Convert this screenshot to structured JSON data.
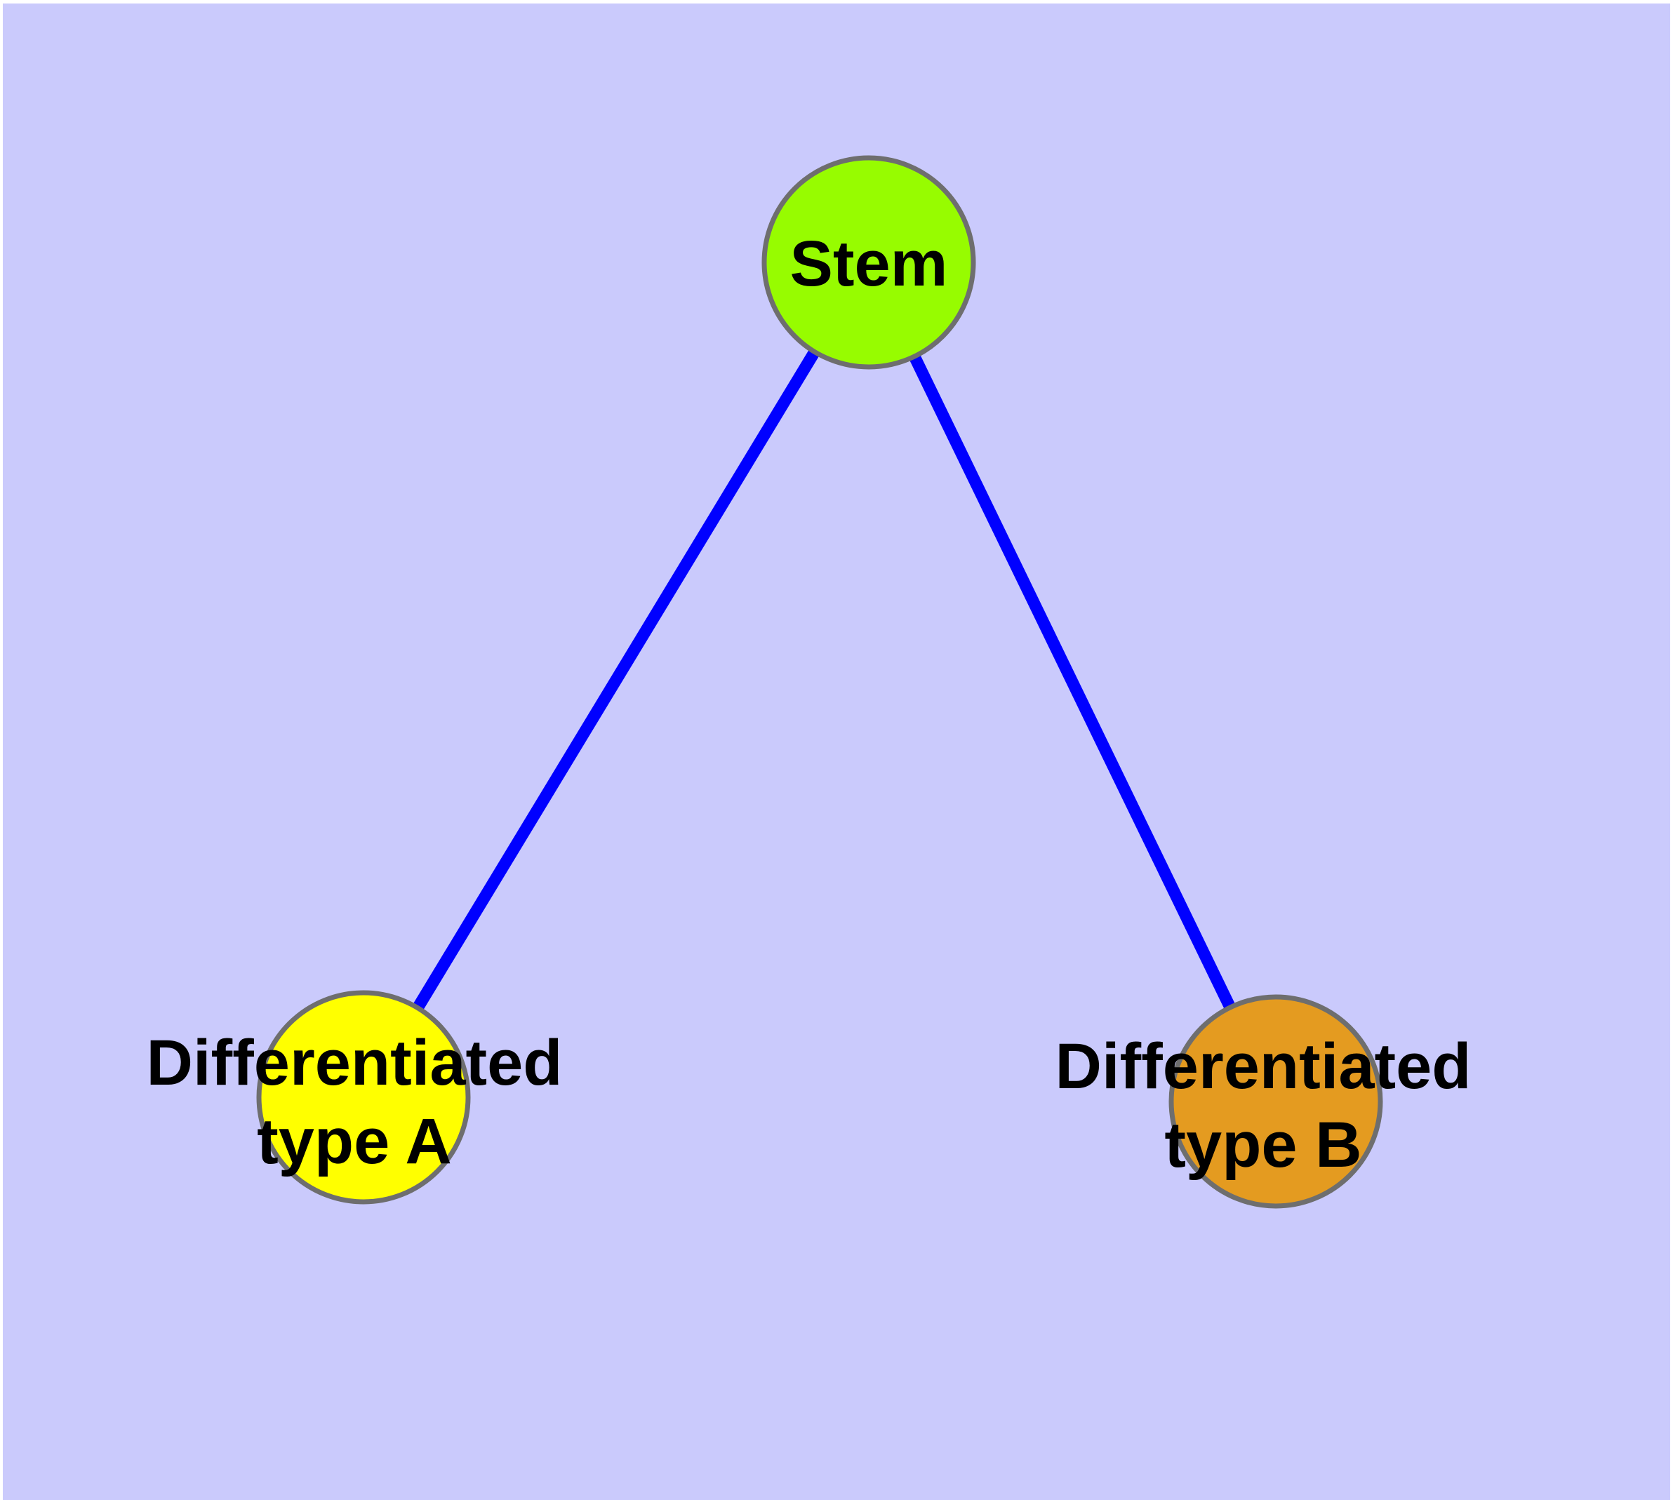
{
  "diagram": {
    "type": "node-link-graph",
    "background_color": "#CACAFC",
    "page_margin_color": "#FFFFFF",
    "edge_color": "#0000FF",
    "node_border_color": "#6E6E6E",
    "label_color": "#000000",
    "nodes": {
      "stem": {
        "label": "Stem",
        "fill": "#97FC00"
      },
      "type_a": {
        "label_line1": "Differentiated",
        "label_line2": "type A",
        "fill": "#FFFF00"
      },
      "type_b": {
        "label_line1": "Differentiated",
        "label_line2": "type B",
        "fill": "#E49B20"
      }
    },
    "edges": [
      {
        "from": "Stem",
        "to": "Differentiated type A"
      },
      {
        "from": "Stem",
        "to": "Differentiated type B"
      }
    ]
  }
}
